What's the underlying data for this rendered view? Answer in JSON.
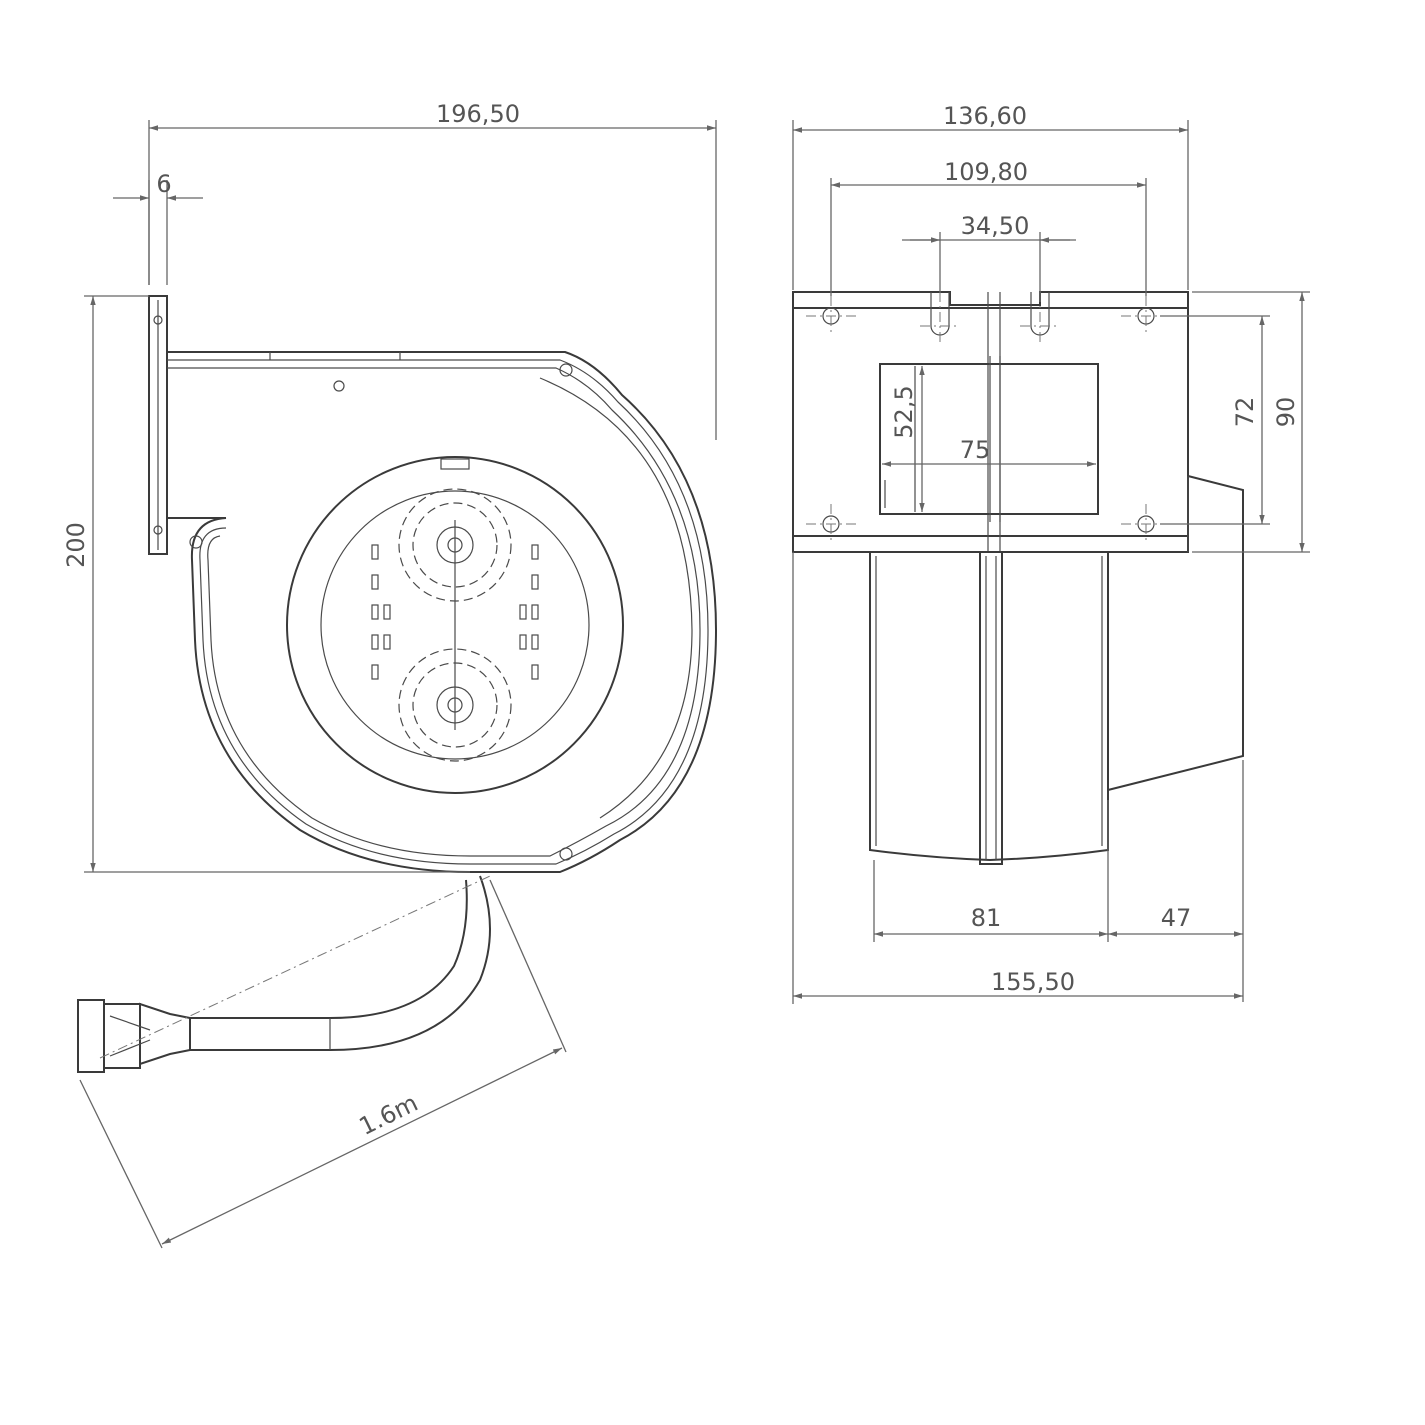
{
  "drawing": {
    "front_view": {
      "overall_width": "196,50",
      "flange_thickness": "6",
      "overall_height": "200",
      "cable_length": "1.6m"
    },
    "side_view": {
      "flange_width": "136,60",
      "hole_spacing_outer": "109,80",
      "hole_spacing_inner": "34,50",
      "outlet_height": "52,5",
      "outlet_width": "75",
      "hole_spacing_vertical": "72",
      "flange_height": "90",
      "housing_depth": "81",
      "motor_depth": "47",
      "overall_depth": "155,50"
    }
  },
  "colors": {
    "line": "#3a3a3a",
    "dimension": "#555555",
    "background": "#ffffff"
  },
  "icons": {
    "fan_grille": "motor-cooling-grille-icon",
    "connector": "cable-connector-icon"
  }
}
